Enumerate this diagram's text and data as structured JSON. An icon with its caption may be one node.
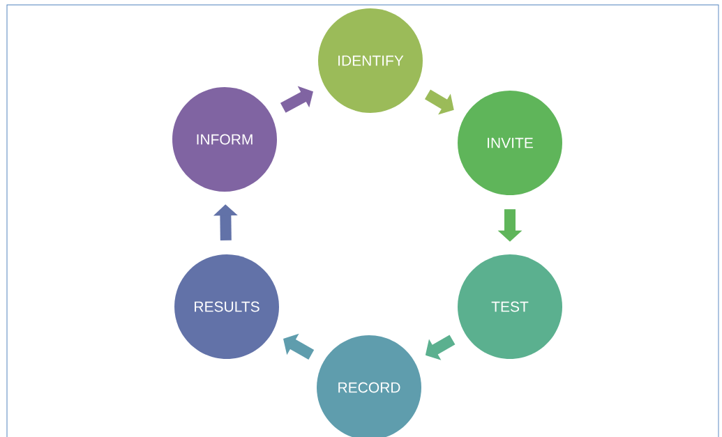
{
  "diagram": {
    "nodes": [
      {
        "text": [
          "IDENTIFY"
        ]
      },
      {
        "text": [
          "INVITE"
        ]
      },
      {
        "text": [
          "TEST"
        ]
      },
      {
        "text": [
          "RECORD"
        ]
      },
      {
        "text": [
          "RESULTS"
        ]
      },
      {
        "text": [
          "INFORM"
        ]
      }
    ],
    "edges": [
      {
        "from": 0,
        "to": 1,
        "arrow": "to",
        "color": "#9bbb59"
      },
      {
        "from": 1,
        "to": 2,
        "arrow": "to",
        "color": "#5fb55a"
      },
      {
        "from": 2,
        "to": 3,
        "arrow": "to",
        "color": "#5bb08f"
      },
      {
        "from": 3,
        "to": 4,
        "arrow": "to",
        "color": "#5f9dad"
      },
      {
        "from": 4,
        "to": 5,
        "arrow": "to",
        "color": "#6272a8"
      },
      {
        "from": 5,
        "to": 0,
        "arrow": "to",
        "color": "#8064a2"
      }
    ]
  }
}
